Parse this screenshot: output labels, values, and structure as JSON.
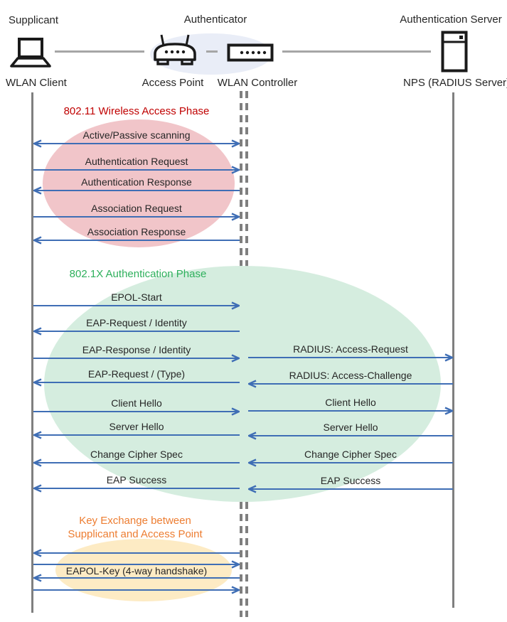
{
  "actors": {
    "roles": [
      {
        "label": "Supplicant"
      },
      {
        "label": "Authenticator"
      },
      {
        "label": "Authentication Server"
      }
    ],
    "devices": [
      {
        "label": "WLAN Client",
        "icon": "laptop-icon"
      },
      {
        "label": "Access Point",
        "icon": "access-point-icon"
      },
      {
        "label": "WLAN Controller",
        "icon": "wlan-controller-icon"
      },
      {
        "label": "NPS (RADIUS Server)",
        "icon": "server-icon"
      }
    ]
  },
  "phases": [
    {
      "title": "802.11 Wireless Access Phase",
      "title_color": "#C00000",
      "bubble_color": "#F1C5C9"
    },
    {
      "title": "802.1X Authentication Phase",
      "title_color": "#2EB05C",
      "bubble_color": "#D5EDDF"
    },
    {
      "title": "Key Exchange between\nSupplicant and Access Point",
      "title_color": "#ED7D31",
      "bubble_color": "#FDEBC4"
    }
  ],
  "messages": {
    "client_ap": [
      {
        "label": "Active/Passive scanning",
        "dir": "both"
      },
      {
        "label": "Authentication Request",
        "dir": "right"
      },
      {
        "label": "Authentication Response",
        "dir": "left"
      },
      {
        "label": "Association Request",
        "dir": "right"
      },
      {
        "label": "Association Response",
        "dir": "left"
      },
      {
        "label": "EPOL-Start",
        "dir": "right"
      },
      {
        "label": "EAP-Request / Identity",
        "dir": "left"
      },
      {
        "label": "EAP-Response / Identity",
        "dir": "right"
      },
      {
        "label": "EAP-Request / (Type)",
        "dir": "left"
      },
      {
        "label": "Client Hello",
        "dir": "right"
      },
      {
        "label": "Server Hello",
        "dir": "left"
      },
      {
        "label": "Change Cipher Spec",
        "dir": "left"
      },
      {
        "label": "EAP Success",
        "dir": "left"
      },
      {
        "label": "",
        "dir": "left"
      },
      {
        "label": "",
        "dir": "right"
      },
      {
        "label": "EAPOL-Key (4-way handshake)",
        "dir": "left"
      },
      {
        "label": "",
        "dir": "right"
      }
    ],
    "ap_server": [
      {
        "label": "RADIUS: Access-Request",
        "dir": "right"
      },
      {
        "label": "RADIUS: Access-Challenge",
        "dir": "left"
      },
      {
        "label": "Client Hello",
        "dir": "right"
      },
      {
        "label": "Server Hello",
        "dir": "left"
      },
      {
        "label": "Change Cipher Spec",
        "dir": "left"
      },
      {
        "label": "EAP Success",
        "dir": "left"
      }
    ]
  },
  "colors": {
    "arrow": "#3F6EB5",
    "lifeline": "#7F7F7F",
    "connector": "#A6A6A6",
    "hub_highlight": "#E9EDF7",
    "icon_stroke": "#1A1A1A"
  }
}
